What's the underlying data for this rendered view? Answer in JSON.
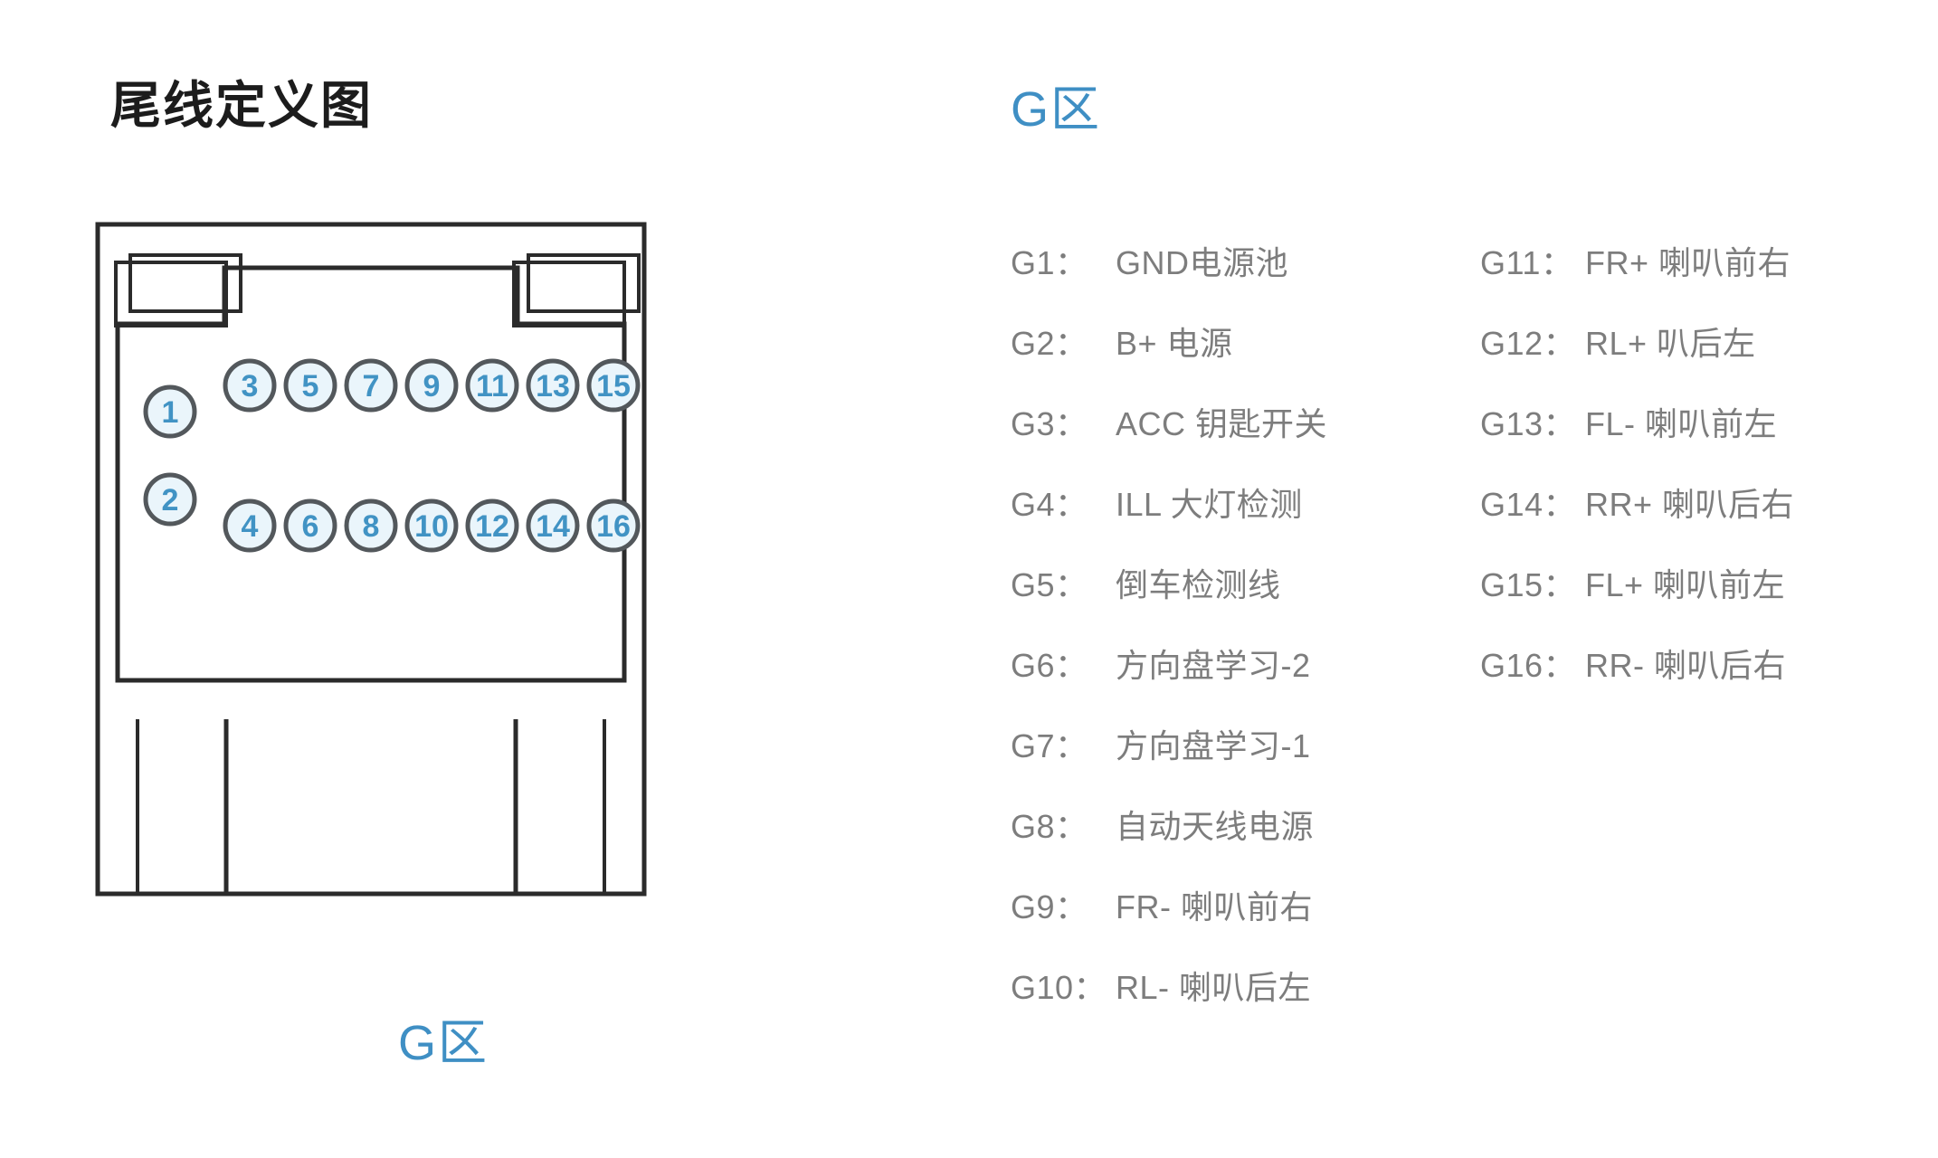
{
  "diagram": {
    "title": "尾线定义图",
    "caption": "G区",
    "pins_top_row": [
      "3",
      "5",
      "7",
      "9",
      "11",
      "13",
      "15"
    ],
    "pins_bottom_row": [
      "4",
      "6",
      "8",
      "10",
      "12",
      "14",
      "16"
    ],
    "pin_left_top": "1",
    "pin_left_bottom": "2"
  },
  "list": {
    "title": "G区",
    "left_column": [
      {
        "key": "G1：",
        "value": "GND电源池"
      },
      {
        "key": "G2：",
        "value": "B+ 电源"
      },
      {
        "key": "G3：",
        "value": "ACC 钥匙开关"
      },
      {
        "key": "G4：",
        "value": "ILL 大灯检测"
      },
      {
        "key": "G5：",
        "value": "倒车检测线"
      },
      {
        "key": "G6：",
        "value": "方向盘学习-2"
      },
      {
        "key": "G7：",
        "value": "方向盘学习-1"
      },
      {
        "key": "G8：",
        "value": "自动天线电源"
      },
      {
        "key": "G9：",
        "value": "FR- 喇叭前右"
      },
      {
        "key": "G10：",
        "value": "RL- 喇叭后左"
      }
    ],
    "right_column": [
      {
        "key": "G11：",
        "value": "FR+ 喇叭前右"
      },
      {
        "key": "G12：",
        "value": "RL+ 叭后左"
      },
      {
        "key": "G13：",
        "value": "FL- 喇叭前左"
      },
      {
        "key": "G14：",
        "value": "RR+ 喇叭后右"
      },
      {
        "key": "G15：",
        "value": "FL+ 喇叭前左"
      },
      {
        "key": "G16：",
        "value": "RR- 喇叭后右"
      }
    ]
  },
  "colors": {
    "accent_blue": "#3f8fc4",
    "outline": "#2b2b2b",
    "list_text": "#7d7d7d",
    "pin_fill": "#eaf5fb",
    "background": "#ffffff"
  }
}
